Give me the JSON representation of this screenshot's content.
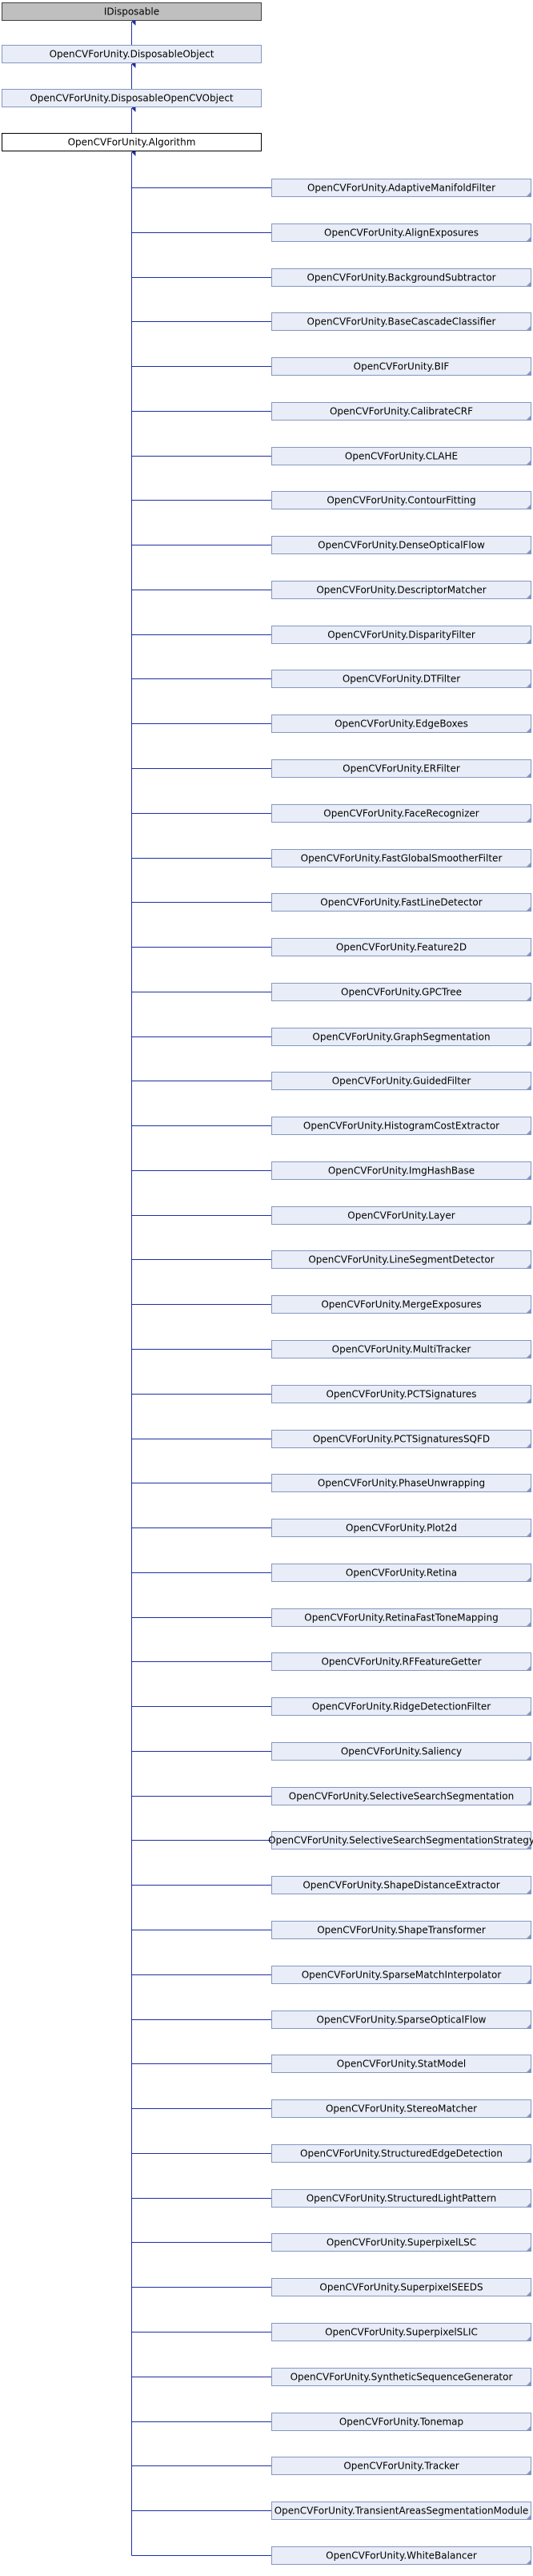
{
  "colors": {
    "edge": "#1f2fa3",
    "root_fill": "#bfbfbf",
    "ancestor_fill": "#e8edf7",
    "ancestor_border": "#8496c2",
    "focus_fill": "#ffffff",
    "focus_border": "#000000",
    "child_fill": "#e8edf7",
    "child_border": "#8496c2"
  },
  "hierarchy": [
    {
      "id": "idisposable",
      "label": "IDisposable",
      "kind": "root"
    },
    {
      "id": "disposable-object",
      "label": "OpenCVForUnity.DisposableObject",
      "kind": "ancestor"
    },
    {
      "id": "disposable-opencv-object",
      "label": "OpenCVForUnity.DisposableOpenCVObject",
      "kind": "ancestor"
    },
    {
      "id": "algorithm",
      "label": "OpenCVForUnity.Algorithm",
      "kind": "focus"
    }
  ],
  "children": [
    "OpenCVForUnity.AdaptiveManifoldFilter",
    "OpenCVForUnity.AlignExposures",
    "OpenCVForUnity.BackgroundSubtractor",
    "OpenCVForUnity.BaseCascadeClassifier",
    "OpenCVForUnity.BIF",
    "OpenCVForUnity.CalibrateCRF",
    "OpenCVForUnity.CLAHE",
    "OpenCVForUnity.ContourFitting",
    "OpenCVForUnity.DenseOpticalFlow",
    "OpenCVForUnity.DescriptorMatcher",
    "OpenCVForUnity.DisparityFilter",
    "OpenCVForUnity.DTFilter",
    "OpenCVForUnity.EdgeBoxes",
    "OpenCVForUnity.ERFilter",
    "OpenCVForUnity.FaceRecognizer",
    "OpenCVForUnity.FastGlobalSmootherFilter",
    "OpenCVForUnity.FastLineDetector",
    "OpenCVForUnity.Feature2D",
    "OpenCVForUnity.GPCTree",
    "OpenCVForUnity.GraphSegmentation",
    "OpenCVForUnity.GuidedFilter",
    "OpenCVForUnity.HistogramCostExtractor",
    "OpenCVForUnity.ImgHashBase",
    "OpenCVForUnity.Layer",
    "OpenCVForUnity.LineSegmentDetector",
    "OpenCVForUnity.MergeExposures",
    "OpenCVForUnity.MultiTracker",
    "OpenCVForUnity.PCTSignatures",
    "OpenCVForUnity.PCTSignaturesSQFD",
    "OpenCVForUnity.PhaseUnwrapping",
    "OpenCVForUnity.Plot2d",
    "OpenCVForUnity.Retina",
    "OpenCVForUnity.RetinaFastToneMapping",
    "OpenCVForUnity.RFFeatureGetter",
    "OpenCVForUnity.RidgeDetectionFilter",
    "OpenCVForUnity.Saliency",
    "OpenCVForUnity.SelectiveSearchSegmentation",
    "OpenCVForUnity.SelectiveSearchSegmentationStrategy",
    "OpenCVForUnity.ShapeDistanceExtractor",
    "OpenCVForUnity.ShapeTransformer",
    "OpenCVForUnity.SparseMatchInterpolator",
    "OpenCVForUnity.SparseOpticalFlow",
    "OpenCVForUnity.StatModel",
    "OpenCVForUnity.StereoMatcher",
    "OpenCVForUnity.StructuredEdgeDetection",
    "OpenCVForUnity.StructuredLightPattern",
    "OpenCVForUnity.SuperpixelLSC",
    "OpenCVForUnity.SuperpixelSEEDS",
    "OpenCVForUnity.SuperpixelSLIC",
    "OpenCVForUnity.SyntheticSequenceGenerator",
    "OpenCVForUnity.Tonemap",
    "OpenCVForUnity.Tracker",
    "OpenCVForUnity.TransientAreasSegmentationModule",
    "OpenCVForUnity.WhiteBalancer"
  ]
}
